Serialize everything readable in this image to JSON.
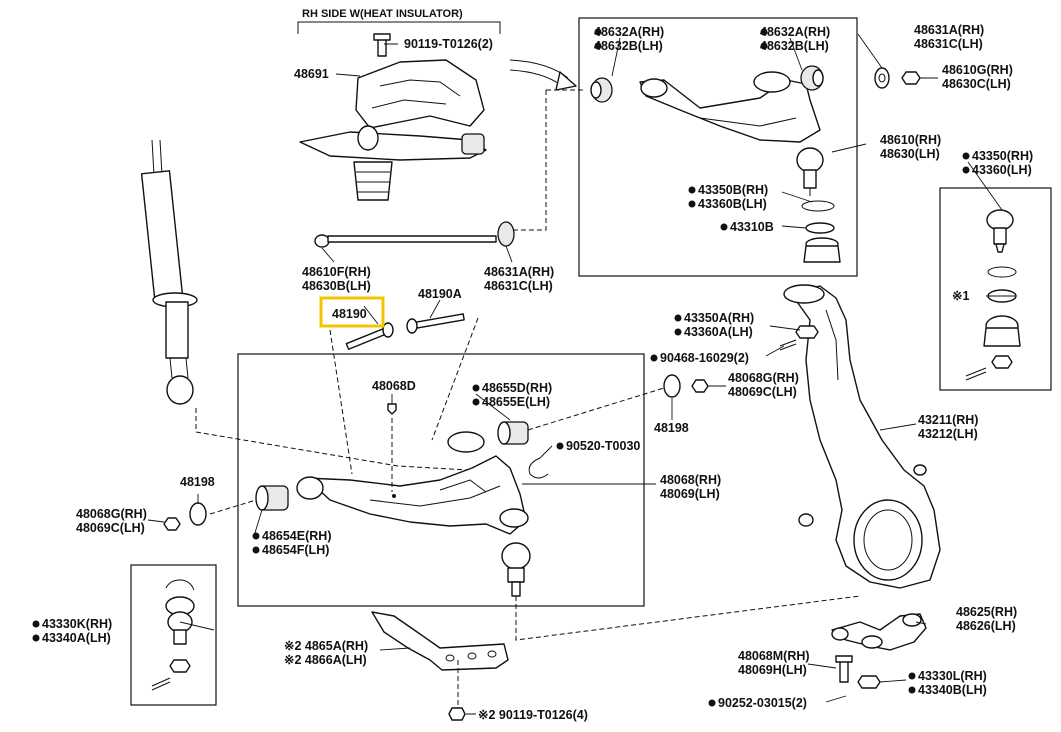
{
  "header": {
    "rh_side_note": "RH SIDE W(HEAT INSULATOR)"
  },
  "labels": {
    "p90119_top": "90119-T0126(2)",
    "p48691": "48691",
    "p48632a_l1": "48632A(RH)",
    "p48632b_l2": "48632B(LH)",
    "p48632a_r1": "48632A(RH)",
    "p48632b_r2": "48632B(LH)",
    "p48631a_t1": "48631A(RH)",
    "p48631c_t2": "48631C(LH)",
    "p48610g_t1": "48610G(RH)",
    "p48630c_t2": "48630C(LH)",
    "p48610_1": "48610(RH)",
    "p48630_2": "48630(LH)",
    "p43350_1": "43350(RH)",
    "p43360_2": "43360(LH)",
    "p43350b_1": "43350B(RH)",
    "p43360b_2": "43360B(LH)",
    "p43310b": "43310B",
    "p48610f_1": "48610F(RH)",
    "p48630b_2": "48630B(LH)",
    "p48631a_m1": "48631A(RH)",
    "p48631c_m2": "48631C(LH)",
    "p48190": "48190",
    "p48190a": "48190A",
    "p43350a_1": "43350A(RH)",
    "p43360a_2": "43360A(LH)",
    "p90468": "90468-16029(2)",
    "p48068d": "48068D",
    "p48655d_1": "48655D(RH)",
    "p48655e_2": "48655E(LH)",
    "p48068g_r1": "48068G(RH)",
    "p48069c_r2": "48069C(LH)",
    "p48198_r": "48198",
    "p90520": "90520-T0030",
    "p43211_1": "43211(RH)",
    "p43212_2": "43212(LH)",
    "p48068_1": "48068(RH)",
    "p48069_2": "48069(LH)",
    "p48198_l": "48198",
    "p48068g_l1": "48068G(RH)",
    "p48069c_l2": "48069C(LH)",
    "p48654e_1": "48654E(RH)",
    "p48654f_2": "48654F(LH)",
    "p43330k_1": "43330K(RH)",
    "p43340a_2": "43340A(LH)",
    "mark1": "※1",
    "p4865a_1": "※2 4865A(RH)",
    "p4866a_2": "※2 4866A(LH)",
    "p90119_bot": "※2 90119-T0126(4)",
    "p48625_1": "48625(RH)",
    "p48626_2": "48626(LH)",
    "p48068m_1": "48068M(RH)",
    "p48069h_2": "48069H(LH)",
    "p43330l_1": "43330L(RH)",
    "p43340b_2": "43340B(LH)",
    "p90252": "90252-03015(2)"
  },
  "colors": {
    "highlight": "#f5c400",
    "line": "#111111"
  }
}
